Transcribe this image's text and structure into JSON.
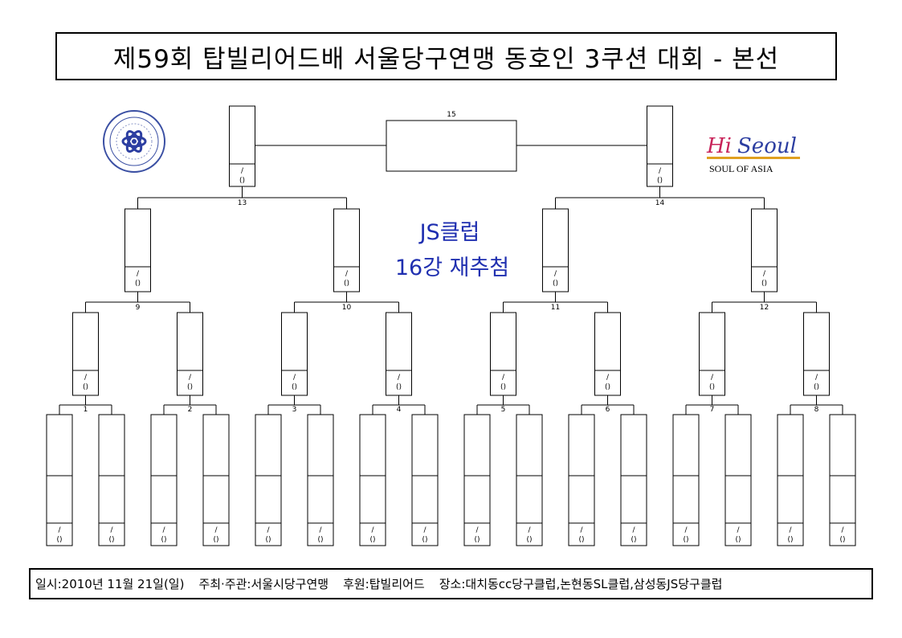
{
  "title": "제59회 탑빌리어드배 서울당구연맹 동호인 3쿠션 대회 - 본선",
  "notice": {
    "line1": "JS클럽",
    "line2": "16강 재추첨"
  },
  "logos": {
    "left": {
      "icon": "association-emblem-icon"
    },
    "right": {
      "icon": "hi-seoul-logo",
      "hi": "Hi",
      "word": "Seoul",
      "tagline": "SOUL OF ASIA"
    }
  },
  "slot_placeholder": {
    "line1": "/",
    "line2": "()"
  },
  "matches": {
    "round_of_16": [
      "1",
      "2",
      "3",
      "4",
      "5",
      "6",
      "7",
      "8"
    ],
    "quarterfinals": [
      "9",
      "10",
      "11",
      "12"
    ],
    "semifinals": [
      "13",
      "14"
    ],
    "final": "15"
  },
  "footer": {
    "date": "일시:2010년 11월 21일(일)",
    "host": "주최·주관:서울시당구연맹",
    "sponsor": "후원:탑빌리어드",
    "venue": "장소:대치동cc당구클럽,논현동SL클럽,삼성동JS당구클럽"
  },
  "colors": {
    "notice": "#1f2fb0",
    "seoul_hi": "#c8245a",
    "seoul_word": "#2c3ea1",
    "line": "#000000"
  }
}
